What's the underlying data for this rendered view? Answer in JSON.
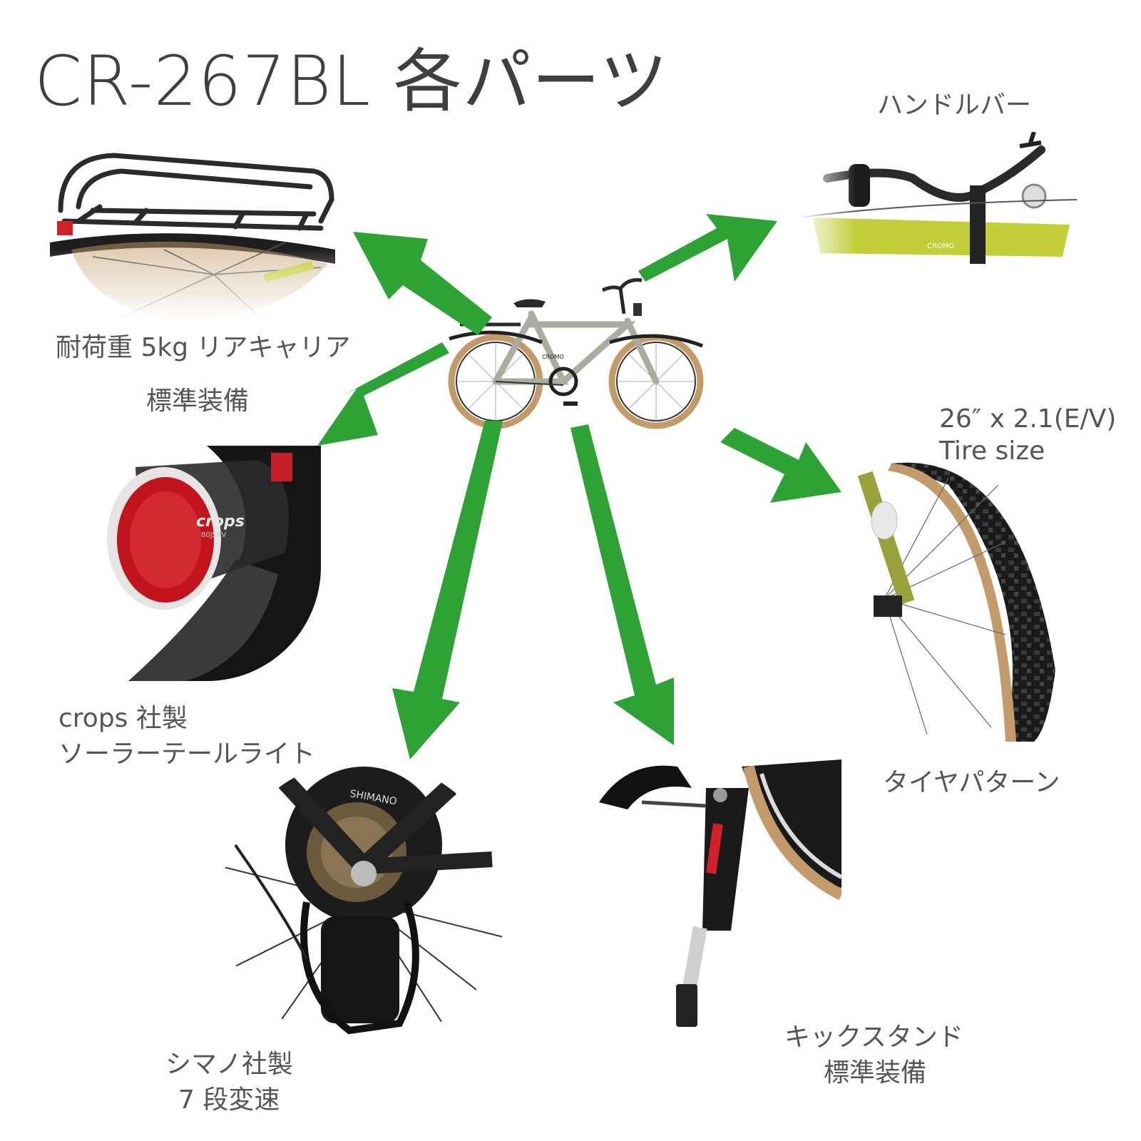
{
  "title": "CR-267BL 各パーツ",
  "parts": {
    "handlebar": {
      "label": "ハンドルバー"
    },
    "rear_carrier": {
      "label_line1": "耐荷重 5kg リアキャリア",
      "label_line2": "標準装備"
    },
    "tire_size": {
      "line1": "26″ x 2.1(E/V)",
      "line2": "Tire size"
    },
    "tail_light": {
      "line1": "crops 社製",
      "line2": "ソーラーテールライト",
      "brand_text": "crops",
      "model_text": "80JSRV"
    },
    "tire_pattern": {
      "label": "タイヤパターン"
    },
    "gears": {
      "line1": "シマノ社製",
      "line2": "7 段変速",
      "brand_text": "SHIMANO"
    },
    "kickstand": {
      "line1": "キックスタンド",
      "line2": "標準装備"
    },
    "bike": {
      "frame_text": "CROMO"
    }
  },
  "colors": {
    "arrow": "#2ca334",
    "frame": "#a9ad9f",
    "accent_frame": "#c2cf3a",
    "tire_wall": "#c39b6a",
    "light_red": "#d0202a"
  },
  "icons": [
    "arrow-icon"
  ]
}
